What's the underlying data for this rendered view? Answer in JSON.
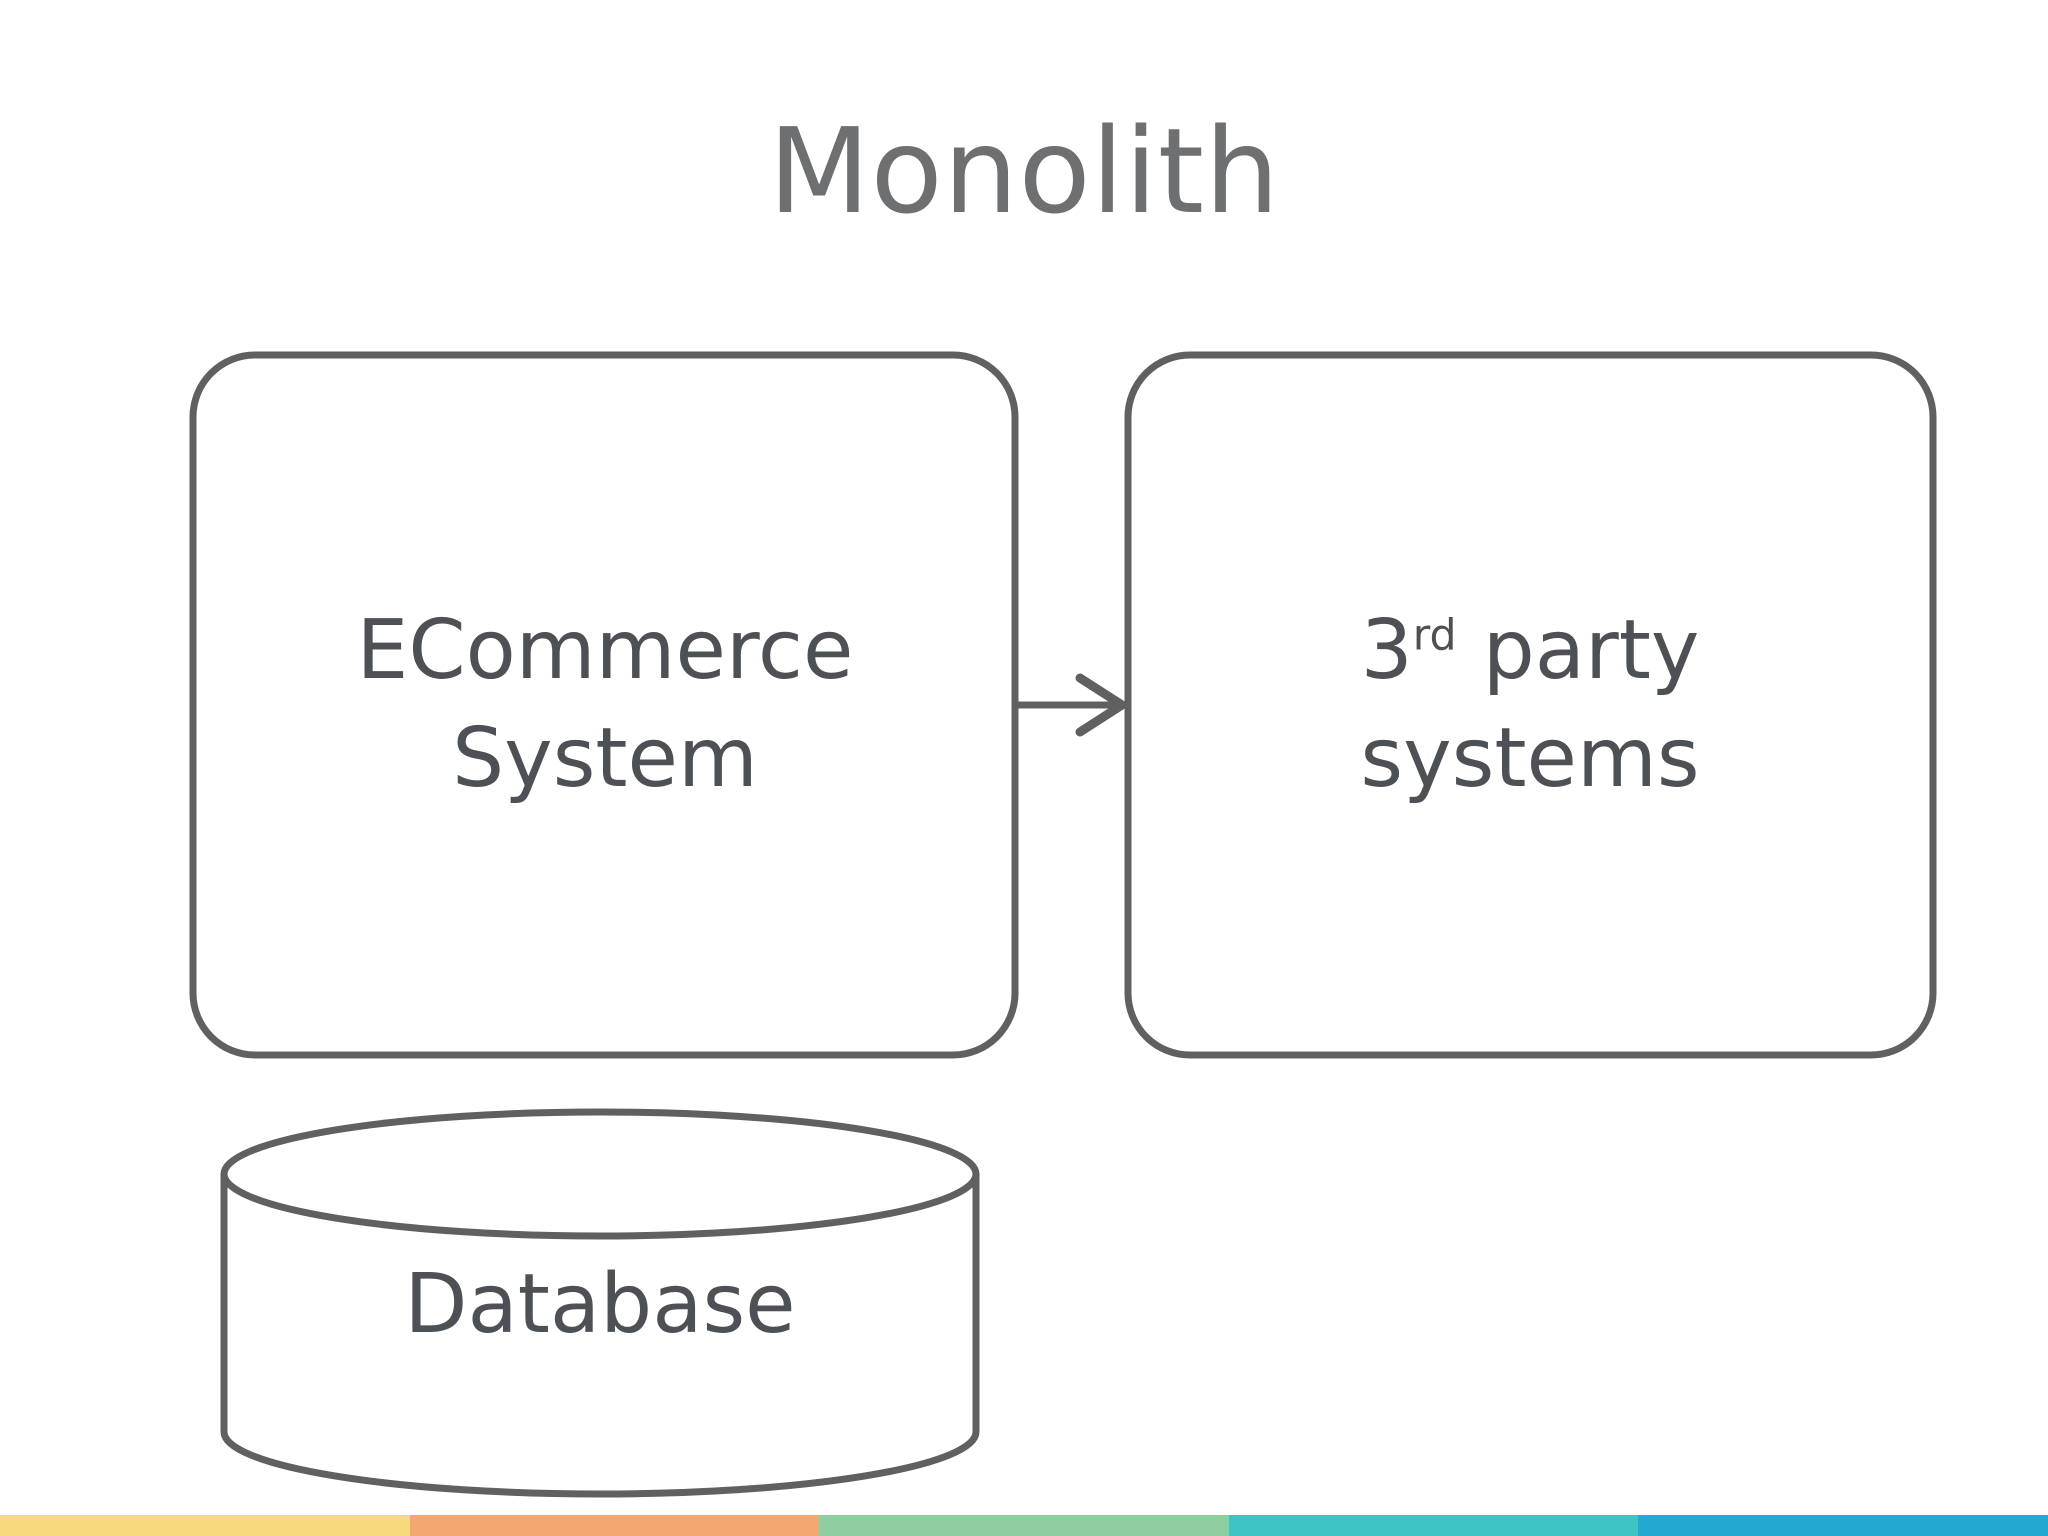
{
  "slide": {
    "title": "Monolith",
    "background_color": "#ffffff",
    "stroke_color": "#5f6062",
    "text_color": "#4d5054",
    "title_color": "#6e6f71"
  },
  "nodes": [
    {
      "id": "ecommerce-system",
      "shape": "rounded-rectangle",
      "lines": [
        "ECommerce",
        "System"
      ]
    },
    {
      "id": "third-party-systems",
      "shape": "rounded-rectangle",
      "line1_number": "3",
      "line1_ordinal": "rd",
      "line1_rest": " party",
      "line2": "systems"
    },
    {
      "id": "database",
      "shape": "cylinder",
      "label": "Database"
    }
  ],
  "connectors": [
    {
      "id": "ecommerce-to-third-party",
      "from": "ecommerce-system",
      "to": "third-party-systems",
      "style": "single-arrow",
      "direction": "right"
    }
  ],
  "bottom_strip": {
    "segments": [
      {
        "name": "segment-yellow",
        "color": "#f7d87c"
      },
      {
        "name": "segment-orange",
        "color": "#f4a871"
      },
      {
        "name": "segment-green",
        "color": "#8fcf9f"
      },
      {
        "name": "segment-teal",
        "color": "#3fc4c4"
      },
      {
        "name": "segment-blue",
        "color": "#23a8d1"
      }
    ]
  }
}
